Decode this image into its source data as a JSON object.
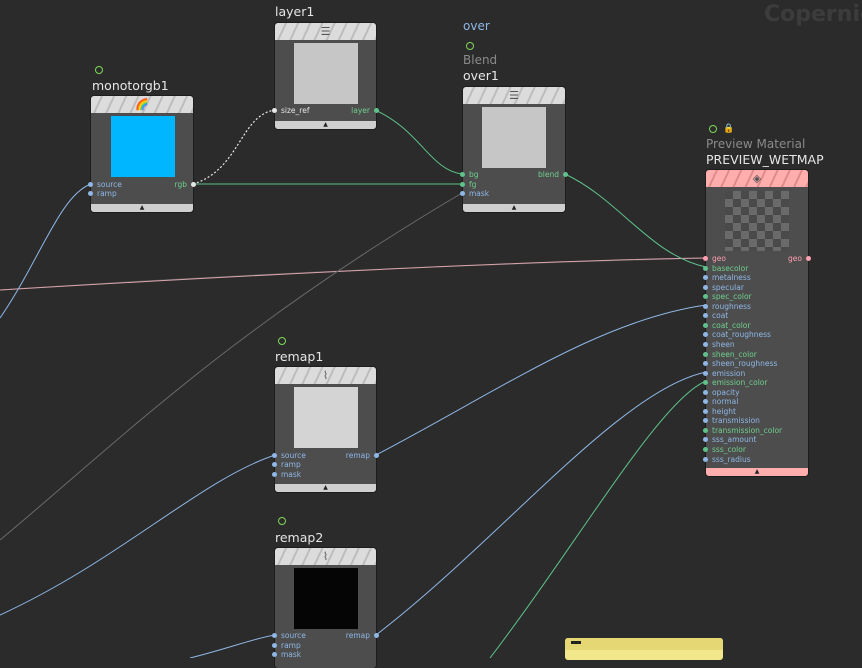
{
  "network_title": "Copernic",
  "nodes": {
    "monotorgb1": {
      "name": "monotorgb1",
      "inputs": [
        "source",
        "ramp"
      ],
      "outputs": [
        "rgb"
      ],
      "icon": "rainbow-icon",
      "preview_color": "#00b7ff"
    },
    "layer1": {
      "name": "layer1",
      "inputs": [
        "size_ref"
      ],
      "outputs": [
        "layer"
      ],
      "icon": "layers-icon",
      "preview_color": "#c6c6c6"
    },
    "over1": {
      "type": "Blend",
      "name": "over1",
      "tag": "over",
      "inputs": [
        "bg",
        "fg",
        "mask"
      ],
      "outputs": [
        "blend"
      ],
      "icon": "layers-icon",
      "preview_color": "#c6c6c6"
    },
    "remap1": {
      "name": "remap1",
      "inputs": [
        "source",
        "ramp",
        "mask"
      ],
      "outputs": [
        "remap"
      ],
      "icon": "remap-curve-icon",
      "preview_color": "#d4d4d4"
    },
    "remap2": {
      "name": "remap2",
      "inputs": [
        "source",
        "ramp",
        "mask"
      ],
      "outputs": [
        "remap"
      ],
      "icon": "remap-curve-icon",
      "preview_color": "#050505"
    },
    "preview_wetmap": {
      "type": "Preview Material",
      "name": "PREVIEW_WETMAP",
      "inputs": [
        "geo",
        "basecolor",
        "metalness",
        "specular",
        "spec_color",
        "roughness",
        "coat",
        "coat_color",
        "coat_roughness",
        "sheen",
        "sheen_color",
        "sheen_roughness",
        "emission",
        "emission_color",
        "opacity",
        "normal",
        "height",
        "transmission",
        "transmission_color",
        "sss_amount",
        "sss_color",
        "sss_radius"
      ],
      "outputs": [
        "geo"
      ],
      "icon": "material-icon"
    }
  },
  "colors": {
    "background": "#2b2b2b",
    "wire_green": "#5ec28a",
    "wire_blue": "#8fb7e6",
    "wire_pink": "#ff9fb0",
    "node_body": "#4d4d4d",
    "sticky_note": "#f3e78b"
  }
}
